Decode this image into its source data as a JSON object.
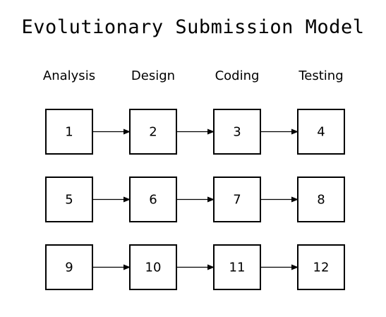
{
  "title": "Evolutionary Submission Model",
  "phases": [
    "Analysis",
    "Design",
    "Coding",
    "Testing"
  ],
  "rows": [
    [
      "1",
      "2",
      "3",
      "4"
    ],
    [
      "5",
      "6",
      "7",
      "8"
    ],
    [
      "9",
      "10",
      "11",
      "12"
    ]
  ],
  "colors": {
    "stroke": "#000000",
    "text": "#000000",
    "background": "#ffffff"
  }
}
